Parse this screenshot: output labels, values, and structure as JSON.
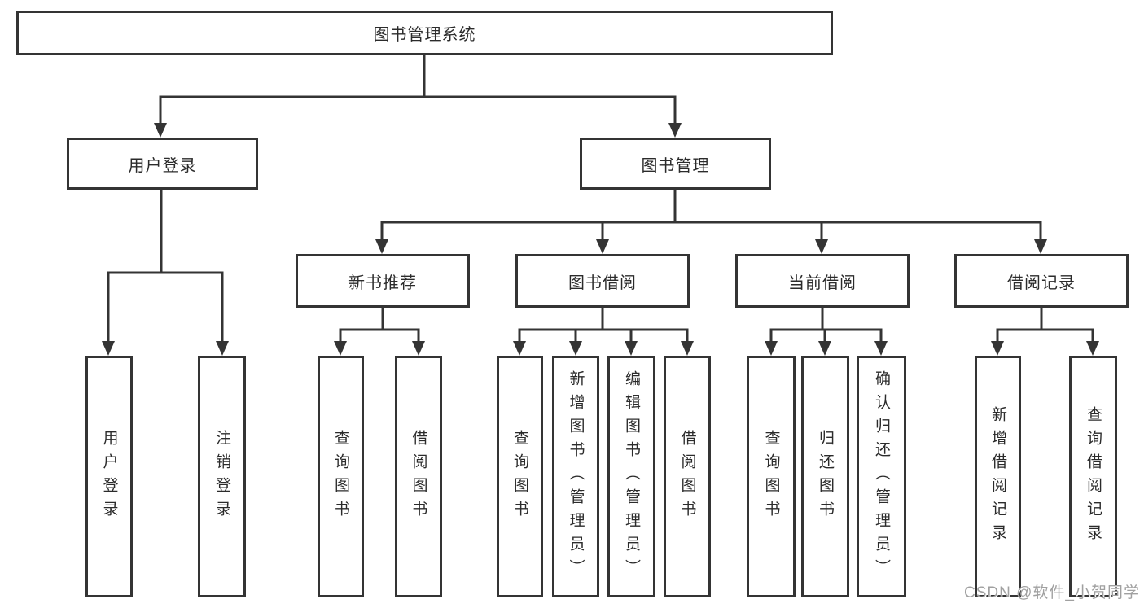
{
  "diagram": {
    "root": {
      "label": "图书管理系统",
      "children": [
        {
          "label": "用户登录",
          "children": [
            {
              "label": "用户登录"
            },
            {
              "label": "注销登录"
            }
          ]
        },
        {
          "label": "图书管理",
          "children": [
            {
              "label": "新书推荐",
              "children": [
                {
                  "label": "查询图书"
                },
                {
                  "label": "借阅图书"
                }
              ]
            },
            {
              "label": "图书借阅",
              "children": [
                {
                  "label": "查询图书"
                },
                {
                  "label": "新增图书（管理员）"
                },
                {
                  "label": "编辑图书（管理员）"
                },
                {
                  "label": "借阅图书"
                }
              ]
            },
            {
              "label": "当前借阅",
              "children": [
                {
                  "label": "查询图书"
                },
                {
                  "label": "归还图书"
                },
                {
                  "label": "确认归还（管理员）"
                }
              ]
            },
            {
              "label": "借阅记录",
              "children": [
                {
                  "label": "新增借阅记录"
                },
                {
                  "label": "查询借阅记录"
                }
              ]
            }
          ]
        }
      ]
    }
  },
  "watermark": {
    "text": "CSDN @软件_小贺同学"
  },
  "colors": {
    "line": "#343434",
    "text": "#2b2b2b",
    "watermark": "#a0a0a0",
    "background": "#ffffff"
  }
}
